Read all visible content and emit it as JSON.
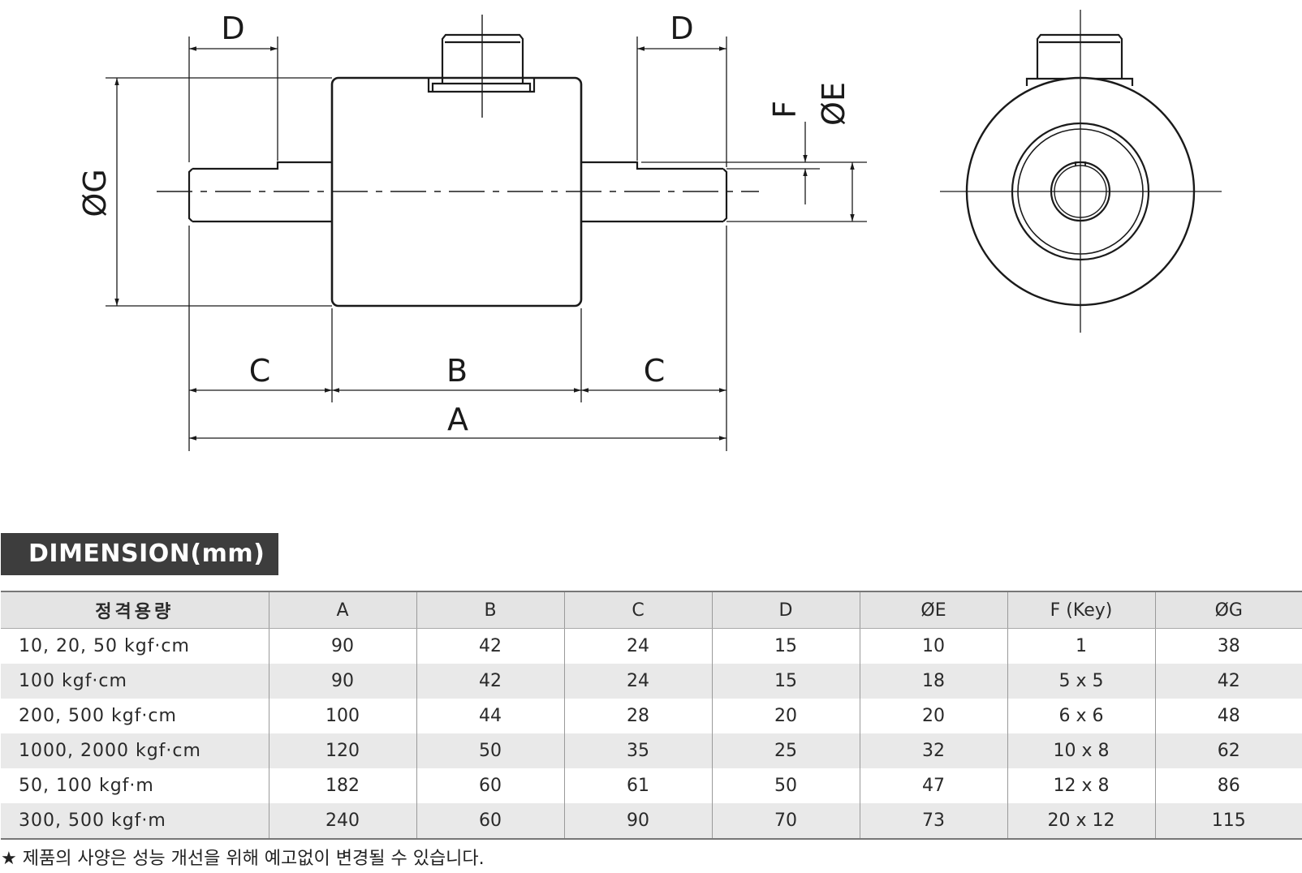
{
  "drawing": {
    "labels": {
      "d_left": "D",
      "d_right": "D",
      "g": "ØG",
      "f": "F",
      "e": "ØE",
      "c_left": "C",
      "b": "B",
      "c_right": "C",
      "a": "A"
    }
  },
  "section": {
    "title": "DIMENSION(mm)"
  },
  "table": {
    "headers": [
      "정격용량",
      "A",
      "B",
      "C",
      "D",
      "ØE",
      "F (Key)",
      "ØG"
    ],
    "rows": [
      [
        "10, 20, 50 kgf·cm",
        "90",
        "42",
        "24",
        "15",
        "10",
        "1",
        "38"
      ],
      [
        "100 kgf·cm",
        "90",
        "42",
        "24",
        "15",
        "18",
        "5 x 5",
        "42"
      ],
      [
        "200, 500 kgf·cm",
        "100",
        "44",
        "28",
        "20",
        "20",
        "6 x 6",
        "48"
      ],
      [
        "1000, 2000 kgf·cm",
        "120",
        "50",
        "35",
        "25",
        "32",
        "10 x 8",
        "62"
      ],
      [
        "50, 100 kgf·m",
        "182",
        "60",
        "61",
        "50",
        "47",
        "12 x 8",
        "86"
      ],
      [
        "300, 500 kgf·m",
        "240",
        "60",
        "90",
        "70",
        "73",
        "20 x 12",
        "115"
      ]
    ]
  },
  "note": "★ 제품의 사양은 성능 개선을 위해 예고없이 변경될 수 있습니다."
}
